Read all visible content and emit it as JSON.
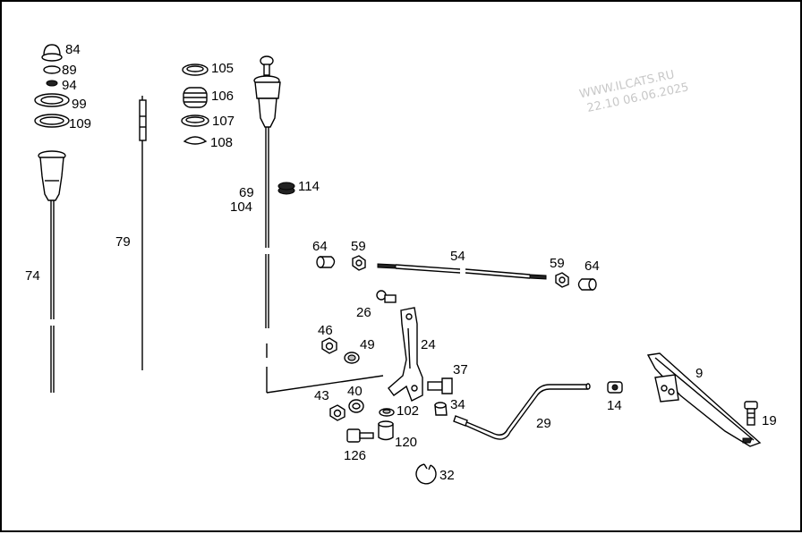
{
  "watermark": {
    "line1": "WWW.ILCATS.RU",
    "line2": "22.10 06.06.2025"
  },
  "labels": {
    "p84": "84",
    "p89": "89",
    "p94": "94",
    "p99": "99",
    "p109": "109",
    "p74": "74",
    "p79": "79",
    "p105": "105",
    "p106": "106",
    "p107": "107",
    "p108": "108",
    "p69": "69",
    "p104": "104",
    "p114": "114",
    "p64a": "64",
    "p59a": "59",
    "p54": "54",
    "p59b": "59",
    "p64b": "64",
    "p26": "26",
    "p46": "46",
    "p49": "49",
    "p24": "24",
    "p37": "37",
    "p43": "43",
    "p40": "40",
    "p102": "102",
    "p34": "34",
    "p120": "120",
    "p126": "126",
    "p32": "32",
    "p29": "29",
    "p14": "14",
    "p9": "9",
    "p19": "19"
  }
}
